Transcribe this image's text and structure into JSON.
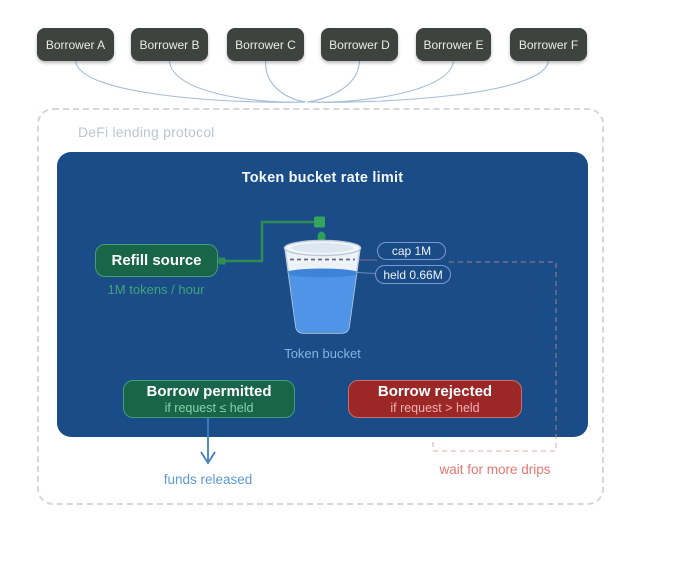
{
  "borrowers": [
    {
      "label": "Borrower A"
    },
    {
      "label": "Borrower B"
    },
    {
      "label": "Borrower C"
    },
    {
      "label": "Borrower D"
    },
    {
      "label": "Borrower E"
    },
    {
      "label": "Borrower F"
    }
  ],
  "container": {
    "label": "DeFi lending protocol"
  },
  "panel": {
    "title": "Token bucket rate limit",
    "refill": {
      "label": "Refill source",
      "rate": "1M tokens / hour"
    },
    "bucket": {
      "label": "Token bucket",
      "cap_badge": "cap 1M",
      "held_badge": "held 0.66M"
    },
    "permitted": {
      "title": "Borrow permitted",
      "condition": "if request ≤ held"
    },
    "rejected": {
      "title": "Borrow rejected",
      "condition": "if request > held"
    }
  },
  "outcomes": {
    "released": "funds released",
    "wait": "wait for more drips"
  },
  "colors": {
    "panel_blue": "#1a4c87",
    "borrower_chip": "#3e433f",
    "green_fill": "#186549",
    "green_border": "#469e74",
    "red_fill": "#9b2727",
    "red_border": "#c96d6d",
    "water_blue": "#4f94e6",
    "connector_green": "#2e8b52",
    "arrow_blue": "#3f7fc0",
    "wait_red": "#e8756f",
    "pill_border": "#8097cd",
    "curve_blue": "#a5bdd6"
  }
}
